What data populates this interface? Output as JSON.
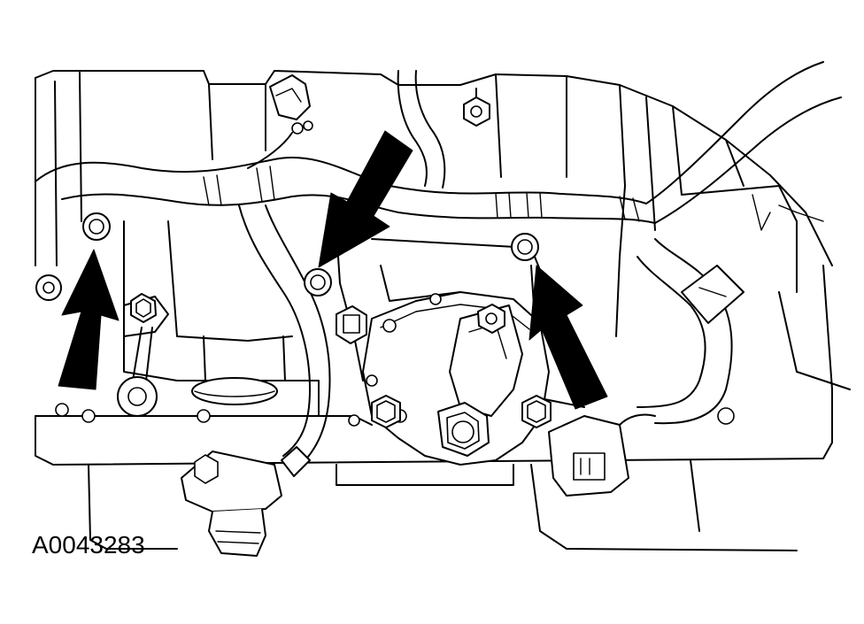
{
  "figure": {
    "id_label": "A0043283"
  },
  "callouts": [
    {
      "name": "arrow-bolt-left",
      "direction": "up"
    },
    {
      "name": "arrow-bolt-center",
      "direction": "down-left"
    },
    {
      "name": "arrow-bolt-right",
      "direction": "up-left"
    }
  ],
  "colors": {
    "line": "#000000",
    "background": "#ffffff"
  }
}
